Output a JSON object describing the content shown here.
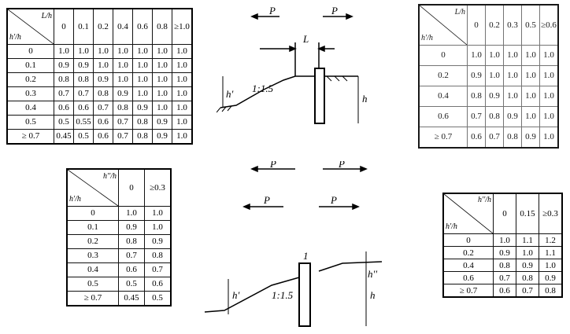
{
  "table1": {
    "diag_top": "L/h",
    "diag_bottom": "h'/h",
    "headers": [
      "0",
      "0.1",
      "0.2",
      "0.4",
      "0.6",
      "0.8",
      "≥1.0"
    ],
    "rows": [
      [
        "0",
        "1.0",
        "1.0",
        "1.0",
        "1.0",
        "1.0",
        "1.0",
        "1.0"
      ],
      [
        "0.1",
        "0.9",
        "0.9",
        "1.0",
        "1.0",
        "1.0",
        "1.0",
        "1.0"
      ],
      [
        "0.2",
        "0.8",
        "0.8",
        "0.9",
        "1.0",
        "1.0",
        "1.0",
        "1.0"
      ],
      [
        "0.3",
        "0.7",
        "0.7",
        "0.8",
        "0.9",
        "1.0",
        "1.0",
        "1.0"
      ],
      [
        "0.4",
        "0.6",
        "0.6",
        "0.7",
        "0.8",
        "0.9",
        "1.0",
        "1.0"
      ],
      [
        "0.5",
        "0.5",
        "0.55",
        "0.6",
        "0.7",
        "0.8",
        "0.9",
        "1.0"
      ],
      [
        "≥ 0.7",
        "0.45",
        "0.5",
        "0.6",
        "0.7",
        "0.8",
        "0.9",
        "1.0"
      ]
    ]
  },
  "table2": {
    "diag_top": "h''/h",
    "diag_bottom": "h'/h",
    "headers": [
      "0",
      "≥0.3"
    ],
    "rows": [
      [
        "0",
        "1.0",
        "1.0"
      ],
      [
        "0.1",
        "0.9",
        "1.0"
      ],
      [
        "0.2",
        "0.8",
        "0.9"
      ],
      [
        "0.3",
        "0.7",
        "0.8"
      ],
      [
        "0.4",
        "0.6",
        "0.7"
      ],
      [
        "0.5",
        "0.5",
        "0.6"
      ],
      [
        "≥ 0.7",
        "0.45",
        "0.5"
      ]
    ]
  },
  "table3": {
    "diag_top": "L/h",
    "diag_bottom": "h'/h",
    "headers": [
      "0",
      "0.2",
      "0.3",
      "0.5",
      "≥0.6"
    ],
    "rows": [
      [
        "0",
        "1.0",
        "1.0",
        "1.0",
        "1.0",
        "1.0"
      ],
      [
        "0.2",
        "0.9",
        "1.0",
        "1.0",
        "1.0",
        "1.0"
      ],
      [
        "0.4",
        "0.8",
        "0.9",
        "1.0",
        "1.0",
        "1.0"
      ],
      [
        "0.6",
        "0.7",
        "0.8",
        "0.9",
        "1.0",
        "1.0"
      ],
      [
        "≥ 0.7",
        "0.6",
        "0.7",
        "0.8",
        "0.9",
        "1.0"
      ]
    ]
  },
  "table4": {
    "diag_top": "h''/h",
    "diag_bottom": "h'/h",
    "headers": [
      "0",
      "0.15",
      "≥0.3"
    ],
    "rows": [
      [
        "0",
        "1.0",
        "1.1",
        "1.2"
      ],
      [
        "0.2",
        "0.9",
        "1.0",
        "1.1"
      ],
      [
        "0.4",
        "0.8",
        "0.9",
        "1.0"
      ],
      [
        "0.6",
        "0.7",
        "0.8",
        "0.9"
      ],
      [
        "≥ 0.7",
        "0.6",
        "0.7",
        "0.8"
      ]
    ]
  },
  "figure1": {
    "p_left": "P",
    "p_right": "P",
    "L": "L",
    "h_prime": "h'",
    "slope": "1:1.5",
    "h": "h"
  },
  "figure2": {
    "p_left": "P",
    "p_right": "P",
    "p_left_inner": "P",
    "p_right_inner": "P",
    "one": "1",
    "h_prime": "h'",
    "slope": "1:1.5",
    "h": "h",
    "h_double": "h''"
  }
}
